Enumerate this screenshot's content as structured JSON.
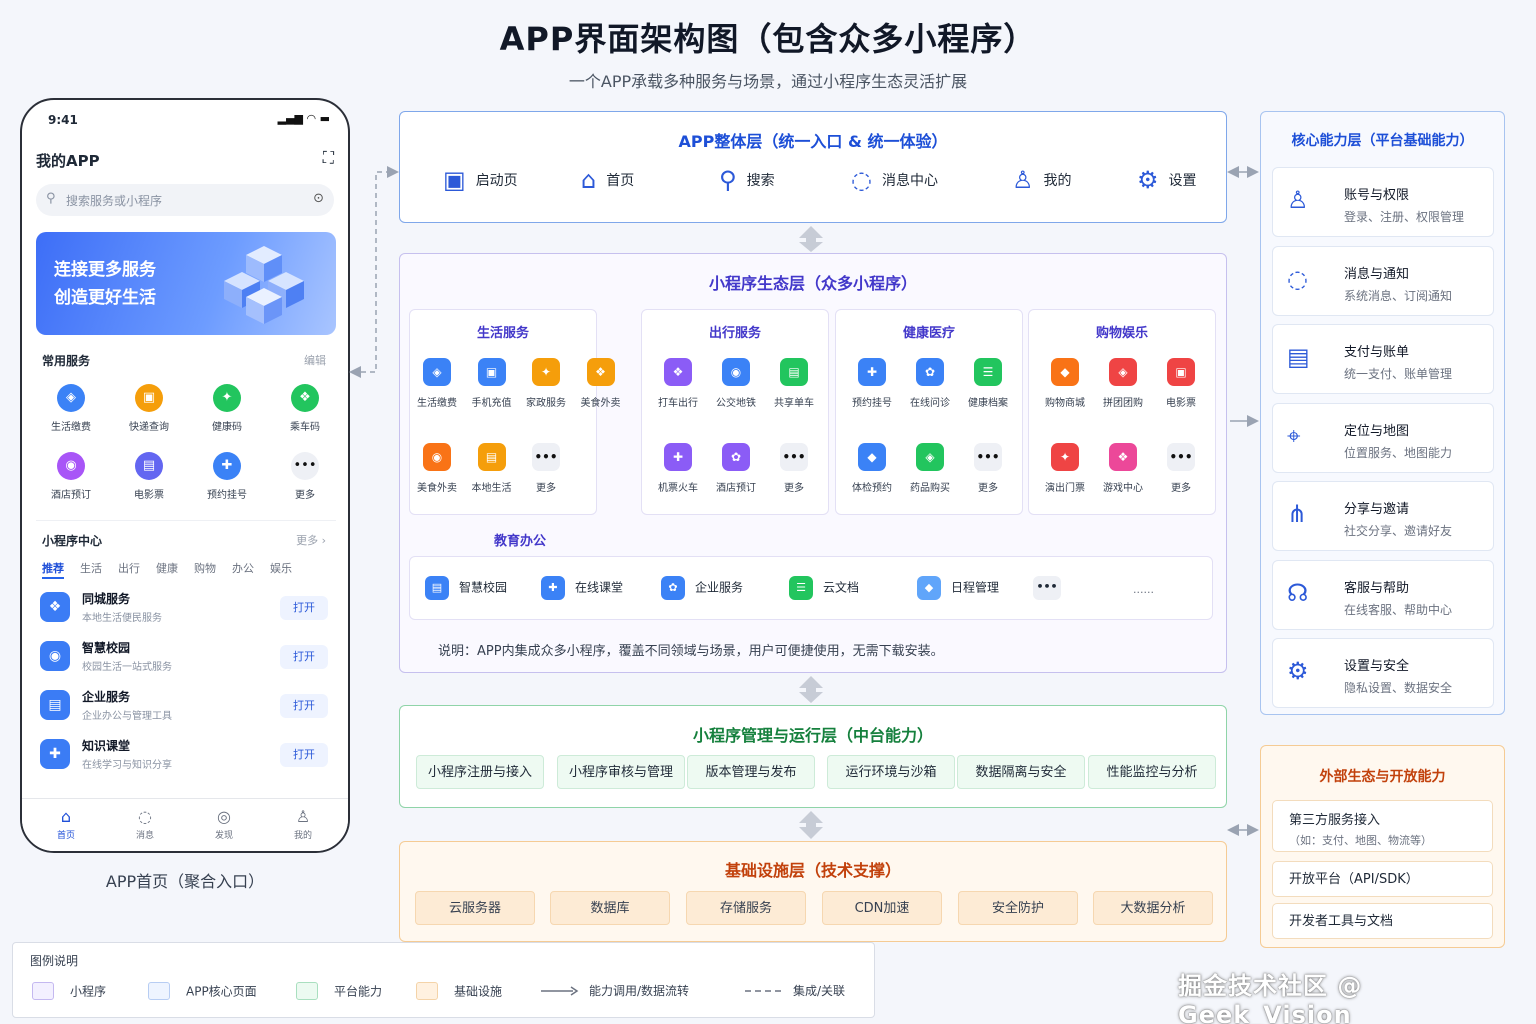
{
  "title": "APP界面架构图（包含众多小程序）",
  "subtitle": "一个APP承载多种服务与场景，通过小程序生态灵活扩展",
  "phone": {
    "time": "9:41",
    "app_title": "我的APP",
    "search_placeholder": "搜索服务或小程序",
    "banner_line1": "连接更多服务",
    "banner_line2": "创造更好生活",
    "common_title": "常用服务",
    "common_edit": "编辑",
    "services": [
      {
        "label": "生活缴费",
        "color": "#3b82f6"
      },
      {
        "label": "快递查询",
        "color": "#f59e0b"
      },
      {
        "label": "健康码",
        "color": "#22c55e"
      },
      {
        "label": "乘车码",
        "color": "#22c55e"
      },
      {
        "label": "酒店预订",
        "color": "#a855f7"
      },
      {
        "label": "电影票",
        "color": "#6366f1"
      },
      {
        "label": "预约挂号",
        "color": "#3b82f6"
      },
      {
        "label": "更多",
        "color": "#eef0f5"
      }
    ],
    "mini_title": "小程序中心",
    "mini_more": "更多 ›",
    "tabs": [
      "推荐",
      "生活",
      "出行",
      "健康",
      "购物",
      "办公",
      "娱乐"
    ],
    "mini_items": [
      {
        "name": "同城服务",
        "desc": "本地生活便民服务",
        "btn": "打开"
      },
      {
        "name": "智慧校园",
        "desc": "校园生活一站式服务",
        "btn": "打开"
      },
      {
        "name": "企业服务",
        "desc": "企业办公与管理工具",
        "btn": "打开"
      },
      {
        "name": "知识课堂",
        "desc": "在线学习与知识分享",
        "btn": "打开"
      }
    ],
    "tabbar": [
      "首页",
      "消息",
      "发现",
      "我的"
    ],
    "caption": "APP首页（聚合入口）"
  },
  "layer1": {
    "title": "APP整体层（统一入口 & 统一体验）",
    "items": [
      {
        "label": "启动页",
        "icon": "launch-icon"
      },
      {
        "label": "首页",
        "icon": "home-icon"
      },
      {
        "label": "搜索",
        "icon": "search-icon"
      },
      {
        "label": "消息中心",
        "icon": "message-icon"
      },
      {
        "label": "我的",
        "icon": "user-icon"
      },
      {
        "label": "设置",
        "icon": "gear-icon"
      }
    ]
  },
  "layer2": {
    "title": "小程序生态层（众多小程序）",
    "categories": [
      {
        "title": "生活服务",
        "items": [
          {
            "label": "生活缴费",
            "color": "#3b82f6"
          },
          {
            "label": "手机充值",
            "color": "#3b82f6"
          },
          {
            "label": "家政服务",
            "color": "#f59e0b"
          },
          {
            "label": "美食外卖",
            "color": "#f59e0b"
          },
          {
            "label": "美食外卖",
            "color": "#f97316"
          },
          {
            "label": "本地生活",
            "color": "#f59e0b"
          },
          {
            "label": "更多",
            "color": "more"
          }
        ]
      },
      {
        "title": "出行服务",
        "items": [
          {
            "label": "打车出行",
            "color": "#8b5cf6"
          },
          {
            "label": "公交地铁",
            "color": "#3b82f6"
          },
          {
            "label": "共享单车",
            "color": "#22c55e"
          },
          {
            "label": "机票火车",
            "color": "#8b5cf6"
          },
          {
            "label": "酒店预订",
            "color": "#8b5cf6"
          },
          {
            "label": "更多",
            "color": "more"
          }
        ]
      },
      {
        "title": "健康医疗",
        "items": [
          {
            "label": "预约挂号",
            "color": "#3b82f6"
          },
          {
            "label": "在线问诊",
            "color": "#3b82f6"
          },
          {
            "label": "健康档案",
            "color": "#22c55e"
          },
          {
            "label": "体检预约",
            "color": "#3b82f6"
          },
          {
            "label": "药品购买",
            "color": "#22c55e"
          },
          {
            "label": "更多",
            "color": "more"
          }
        ]
      },
      {
        "title": "购物娱乐",
        "items": [
          {
            "label": "购物商城",
            "color": "#f97316"
          },
          {
            "label": "拼团团购",
            "color": "#ef4444"
          },
          {
            "label": "电影票",
            "color": "#ef4444"
          },
          {
            "label": "演出门票",
            "color": "#ef4444"
          },
          {
            "label": "游戏中心",
            "color": "#ec4899"
          },
          {
            "label": "更多",
            "color": "more"
          }
        ]
      }
    ],
    "edu_title": "教育办公",
    "edu_items": [
      {
        "label": "智慧校园",
        "color": "#3b82f6"
      },
      {
        "label": "在线课堂",
        "color": "#3b82f6"
      },
      {
        "label": "企业服务",
        "color": "#3b82f6"
      },
      {
        "label": "云文档",
        "color": "#22c55e"
      },
      {
        "label": "日程管理",
        "color": "#60a5fa"
      }
    ],
    "edu_ellipsis": "......",
    "note": "说明：APP内集成众多小程序，覆盖不同领域与场景，用户可便捷使用，无需下载安装。"
  },
  "layer3": {
    "title": "小程序管理与运行层（中台能力）",
    "items": [
      "小程序注册与接入",
      "小程序审核与管理",
      "版本管理与发布",
      "运行环境与沙箱",
      "数据隔离与安全",
      "性能监控与分析"
    ]
  },
  "layer4": {
    "title": "基础设施层（技术支撑）",
    "items": [
      "云服务器",
      "数据库",
      "存储服务",
      "CDN加速",
      "安全防护",
      "大数据分析"
    ]
  },
  "core": {
    "title": "核心能力层（平台基础能力）",
    "items": [
      {
        "name": "账号与权限",
        "desc": "登录、注册、权限管理",
        "icon": "user-icon"
      },
      {
        "name": "消息与通知",
        "desc": "系统消息、订阅通知",
        "icon": "message-icon"
      },
      {
        "name": "支付与账单",
        "desc": "统一支付、账单管理",
        "icon": "bill-icon"
      },
      {
        "name": "定位与地图",
        "desc": "位置服务、地图能力",
        "icon": "location-icon"
      },
      {
        "name": "分享与邀请",
        "desc": "社交分享、邀请好友",
        "icon": "share-icon"
      },
      {
        "name": "客服与帮助",
        "desc": "在线客服、帮助中心",
        "icon": "headset-icon"
      },
      {
        "name": "设置与安全",
        "desc": "隐私设置、数据安全",
        "icon": "gear-icon"
      }
    ]
  },
  "external": {
    "title": "外部生态与开放能力",
    "item1": "第三方服务接入",
    "item1_sub": "（如：支付、地图、物流等）",
    "item2": "开放平台（API/SDK）",
    "item3": "开发者工具与文档"
  },
  "legend": {
    "title": "图例说明",
    "items": [
      {
        "label": "小程序",
        "fill": "#f3f0ff",
        "border": "#c4b8f0"
      },
      {
        "label": "APP核心页面",
        "fill": "#eef4ff",
        "border": "#b7cdf3"
      },
      {
        "label": "平台能力",
        "fill": "#ecfaf1",
        "border": "#a9dfbf"
      },
      {
        "label": "基础设施",
        "fill": "#fff1e0",
        "border": "#f4d3a8"
      }
    ],
    "solid_label": "能力调用/数据流转",
    "dashed_label": "集成/关联"
  },
  "watermark": "掘金技术社区 @ Geek_Vision"
}
